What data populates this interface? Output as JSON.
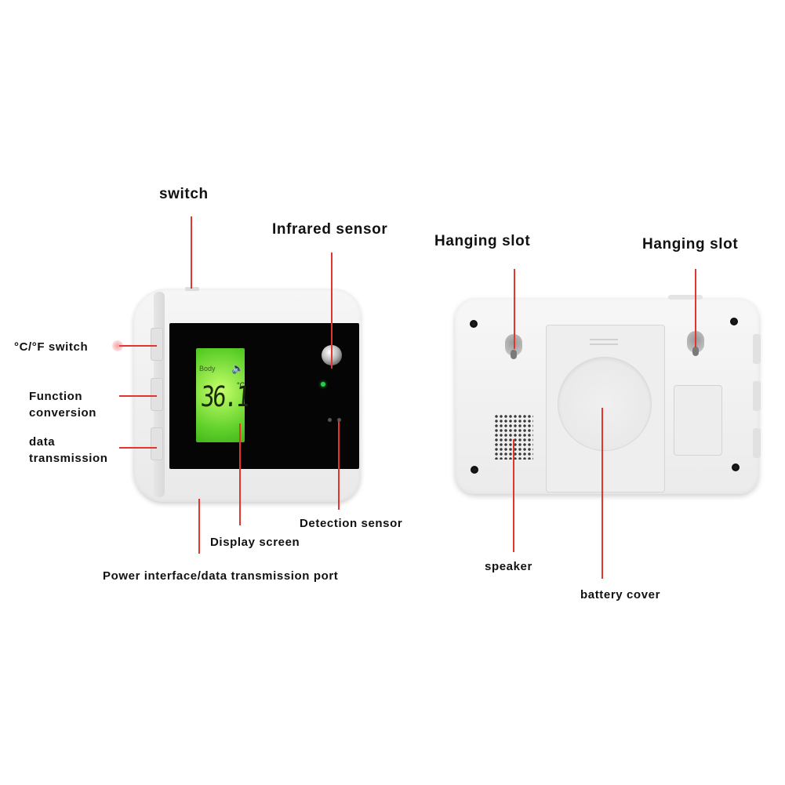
{
  "labels": {
    "switch": "switch",
    "infrared_sensor": "Infrared sensor",
    "hanging_slot_left": "Hanging slot",
    "hanging_slot_right": "Hanging slot",
    "temp_unit_switch": "°C/°F switch",
    "function_conversion_line1": "Function",
    "function_conversion_line2": "conversion",
    "data_transmission_line1": "data",
    "data_transmission_line2": "transmission",
    "detection_sensor": "Detection sensor",
    "display_screen": "Display screen",
    "power_port": "Power interface/data transmission port",
    "speaker": "speaker",
    "battery_cover": "battery cover"
  },
  "display": {
    "mode": "Body",
    "temperature": "36.1",
    "unit": "°C"
  },
  "colors": {
    "callout": "#e3342f",
    "lcd": "#7ee33a",
    "device": "#efefef"
  }
}
